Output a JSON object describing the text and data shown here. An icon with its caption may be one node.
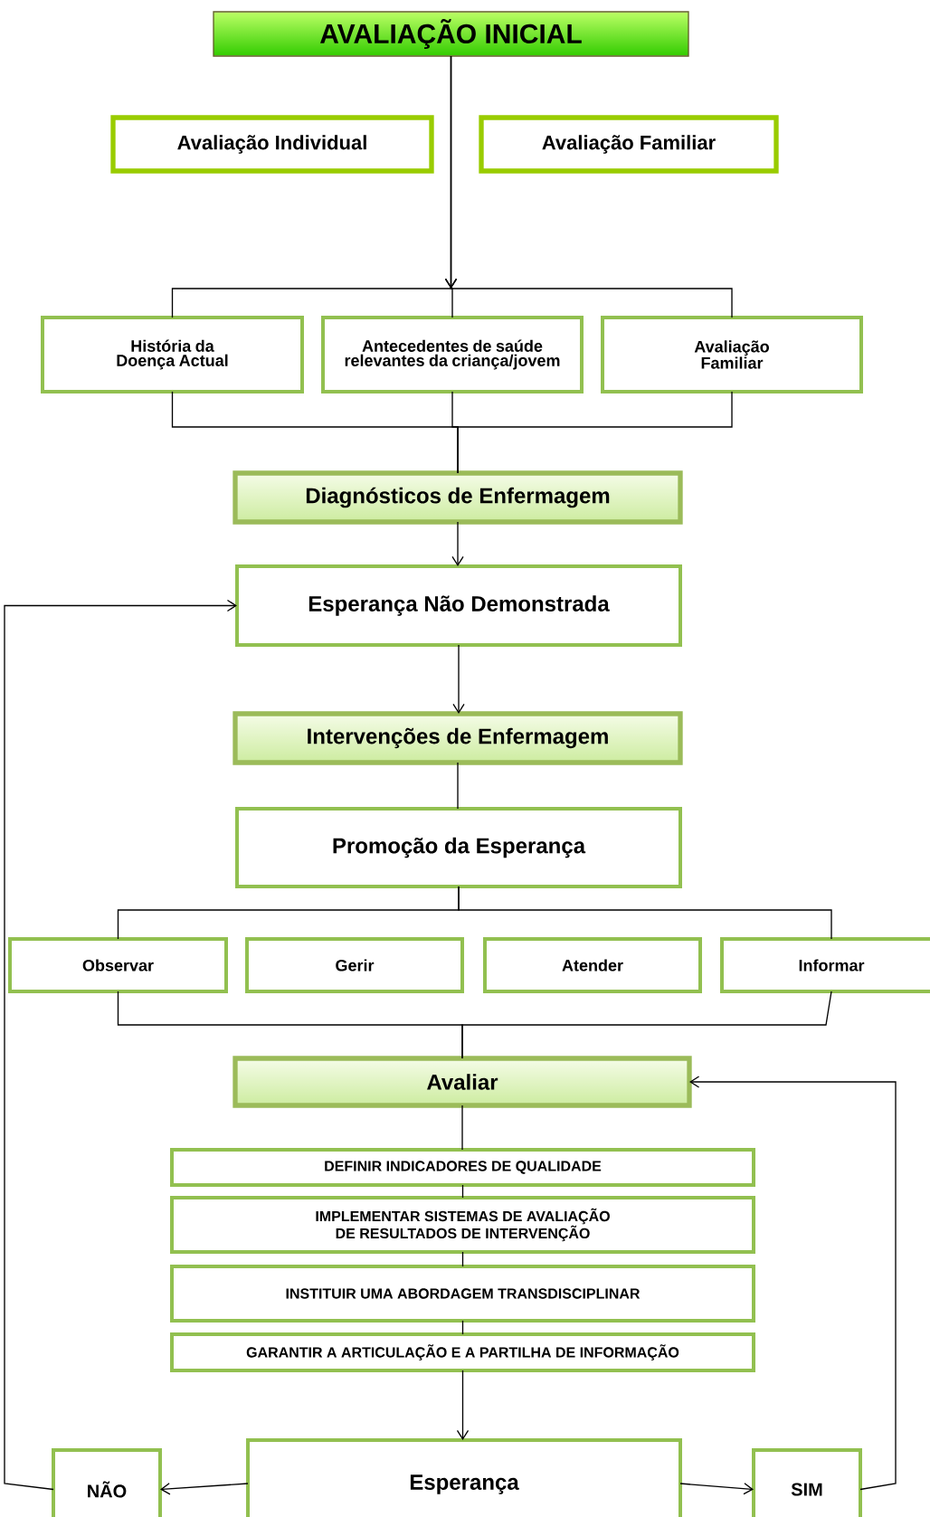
{
  "diagram": {
    "nodes": [
      {
        "text": [
          "AVALIAÇÃO INICIAL"
        ]
      },
      {
        "text": [
          "Avaliação Individual"
        ]
      },
      {
        "text": [
          "Avaliação Familiar"
        ]
      },
      {
        "text": [
          "História da Doença Actual"
        ]
      },
      {
        "text": [
          "Antecedentes de saúde relevantes da criança/jovem"
        ]
      },
      {
        "text": [
          "Avaliação Familiar"
        ]
      },
      {
        "text": [
          "Diagnósticos de Enfermagem"
        ]
      },
      {
        "text": [
          "Esperança Não Demonstrada"
        ]
      },
      {
        "text": [
          "Intervenções de Enfermagem"
        ]
      },
      {
        "text": [
          "Promoção da Esperança"
        ]
      },
      {
        "text": [
          "Observar"
        ]
      },
      {
        "text": [
          "Gerir"
        ]
      },
      {
        "text": [
          "Atender"
        ]
      },
      {
        "text": [
          "Informar"
        ]
      },
      {
        "text": [
          "Avaliar"
        ]
      },
      {
        "text": [
          "DEFINIR INDICADORES DE QUALIDADE"
        ]
      },
      {
        "text": [
          "IMPLEMENTAR SISTEMAS DE AVALIAÇÃO DE RESULTADOS DE INTERVENÇÃO"
        ]
      },
      {
        "text": [
          "INSTITUIR UMA ABORDAGEM TRANSDISCIPLINAR"
        ]
      },
      {
        "text": [
          "GARANTIR A ARTICULAÇÃO E A PARTILHA DE INFORMAÇÃO"
        ]
      },
      {
        "text": [
          "Esperança"
        ]
      },
      {
        "text": [
          "NÃO"
        ]
      },
      {
        "text": [
          "SIM"
        ]
      }
    ],
    "edges": [
      {
        "from": 0,
        "to": 3,
        "arrow": "to"
      },
      {
        "from": 0,
        "to": 4,
        "arrow": "to"
      },
      {
        "from": 0,
        "to": 5,
        "arrow": "to"
      },
      {
        "from": 3,
        "to": 6,
        "arrow": "none"
      },
      {
        "from": 4,
        "to": 6,
        "arrow": "none"
      },
      {
        "from": 5,
        "to": 6,
        "arrow": "none"
      },
      {
        "from": 6,
        "to": 7,
        "arrow": "to"
      },
      {
        "from": 7,
        "to": 8,
        "arrow": "to"
      },
      {
        "from": 8,
        "to": 9,
        "arrow": "none"
      },
      {
        "from": 9,
        "to": 10,
        "arrow": "none"
      },
      {
        "from": 9,
        "to": 13,
        "arrow": "none"
      },
      {
        "from": 10,
        "to": 14,
        "arrow": "none"
      },
      {
        "from": 13,
        "to": 14,
        "arrow": "none"
      },
      {
        "from": 14,
        "to": 15,
        "arrow": "none"
      },
      {
        "from": 15,
        "to": 16,
        "arrow": "none"
      },
      {
        "from": 16,
        "to": 17,
        "arrow": "none"
      },
      {
        "from": 17,
        "to": 18,
        "arrow": "none"
      },
      {
        "from": 18,
        "to": 19,
        "arrow": "to"
      },
      {
        "from": 19,
        "to": 20,
        "arrow": "to"
      },
      {
        "from": 19,
        "to": 21,
        "arrow": "to"
      },
      {
        "from": 20,
        "to": 7,
        "arrow": "to"
      },
      {
        "from": 21,
        "to": 14,
        "arrow": "to"
      }
    ]
  }
}
